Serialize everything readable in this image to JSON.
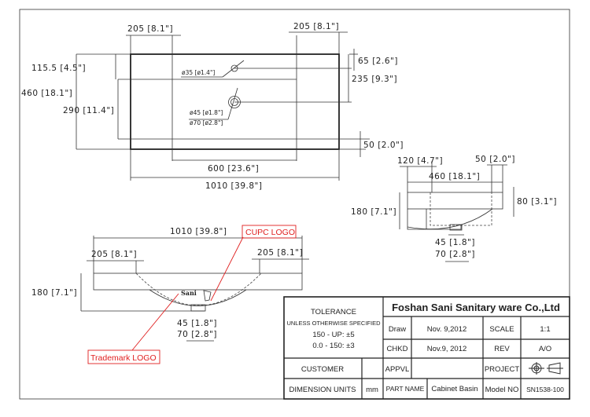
{
  "top_view": {
    "dim_205_left": "205 [8.1\"]",
    "dim_205_right": "205 [8.1\"]",
    "dim_115": "115.5 [4.5\"]",
    "dim_460": "460 [18.1\"]",
    "dim_290": "290 [11.4\"]",
    "dim_65": "65 [2.6\"]",
    "dim_235": "235 [9.3\"]",
    "dim_50": "50 [2.0\"]",
    "dim_600": "600 [23.6\"]",
    "dim_1010": "1010 [39.8\"]",
    "hole_35": "ø35 [ø1.4\"]",
    "hole_45": "ø45 [ø1.8\"]",
    "hole_70": "ø70 [ø2.8\"]"
  },
  "side_view": {
    "dim_120": "120 [4.7\"]",
    "dim_50": "50 [2.0\"]",
    "dim_460": "460 [18.1\"]",
    "dim_180": "180 [7.1\"]",
    "dim_80": "80 [3.1\"]",
    "dim_45": "45 [1.8\"]",
    "dim_70": "70 [2.8\"]"
  },
  "front_view": {
    "dim_1010": "1010 [39.8\"]",
    "dim_205_left": "205 [8.1\"]",
    "dim_205_right": "205 [8.1\"]",
    "dim_180": "180 [7.1\"]",
    "dim_45": "45 [1.8\"]",
    "dim_70": "70 [2.8\"]",
    "cupc_label": "CUPC LOGO",
    "trademark_label": "Trademark LOGO",
    "logo_text": "Sani"
  },
  "title_block": {
    "tolerance": "TOLERANCE",
    "unless": "UNLESS OTHERWISE SPECIFIED",
    "tol_150_up": "150 - UP: ±5",
    "tol_0_150": "0.0 - 150: ±3",
    "company": "Foshan Sani Sanitary ware Co.,Ltd",
    "draw_label": "Draw",
    "draw_date": "Nov. 9,2012",
    "scale_label": "SCALE",
    "scale_value": "1:1",
    "chkd_label": "CHKD",
    "chkd_date": "Nov.9, 2012",
    "rev_label": "REV",
    "rev_value": "A/O",
    "customer_label": "CUSTOMER",
    "customer_value": "",
    "appvl_label": "APPVL",
    "appvl_value": "",
    "project_label": "PROJECT",
    "units_label": "DIMENSION UNITS",
    "units_value": "mm",
    "part_name_label": "PART NAME",
    "part_name_value": "Cabinet Basin",
    "model_label": "Model NO",
    "model_value": "SN1538-100"
  },
  "colors": {
    "annotation": "#e02020",
    "line": "#222222"
  }
}
